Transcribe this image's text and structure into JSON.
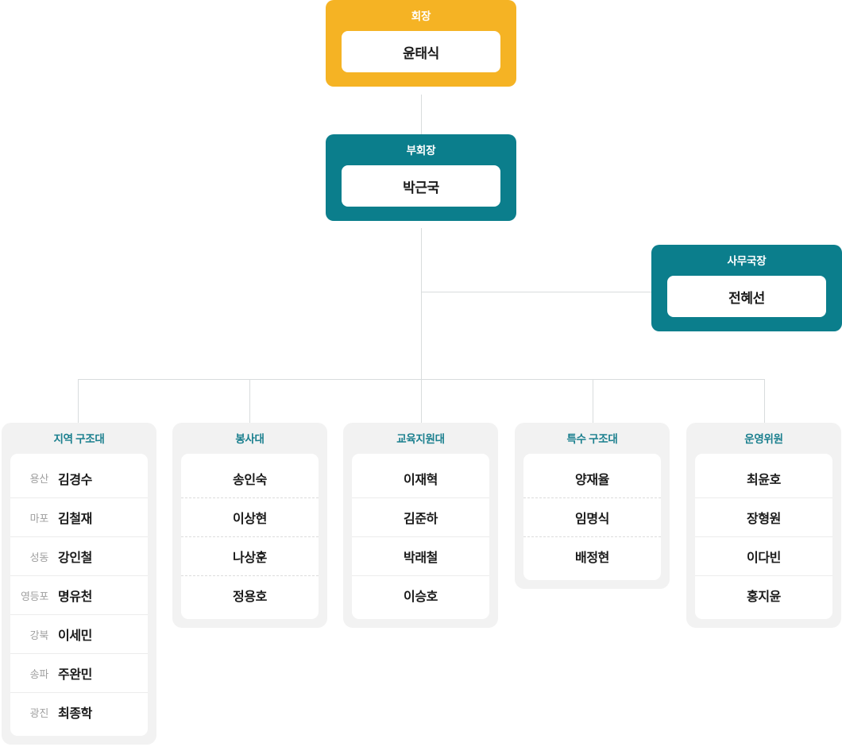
{
  "executives": [
    {
      "id": "chairman",
      "role": "회장",
      "name": "윤태식",
      "color": "#f5b324"
    },
    {
      "id": "vice-chairman",
      "role": "부회장",
      "name": "박근국",
      "color": "#0b7e8c"
    },
    {
      "id": "secretary-general",
      "role": "사무국장",
      "name": "전혜선",
      "color": "#0b7e8c"
    }
  ],
  "teams": [
    {
      "id": "regional-rescue",
      "title": "지역 구조대",
      "separator": "solid",
      "members": [
        {
          "region": "용산",
          "name": "김경수"
        },
        {
          "region": "마포",
          "name": "김철재"
        },
        {
          "region": "성동",
          "name": "강인철"
        },
        {
          "region": "영등포",
          "name": "명유천"
        },
        {
          "region": "강북",
          "name": "이세민"
        },
        {
          "region": "송파",
          "name": "주완민"
        },
        {
          "region": "광진",
          "name": "최종학"
        }
      ]
    },
    {
      "id": "volunteer-corps",
      "title": "봉사대",
      "separator": "dashed",
      "members": [
        {
          "region": "",
          "name": "송인숙"
        },
        {
          "region": "",
          "name": "이상현"
        },
        {
          "region": "",
          "name": "나상훈"
        },
        {
          "region": "",
          "name": "정용호"
        }
      ]
    },
    {
      "id": "education-support",
      "title": "교육지원대",
      "separator": "solid",
      "members": [
        {
          "region": "",
          "name": "이재혁"
        },
        {
          "region": "",
          "name": "김준하"
        },
        {
          "region": "",
          "name": "박래철"
        },
        {
          "region": "",
          "name": "이승호"
        }
      ]
    },
    {
      "id": "special-rescue",
      "title": "특수 구조대",
      "separator": "dashed",
      "members": [
        {
          "region": "",
          "name": "양재율"
        },
        {
          "region": "",
          "name": "임명식"
        },
        {
          "region": "",
          "name": "배정현"
        }
      ]
    },
    {
      "id": "steering-committee",
      "title": "운영위원",
      "separator": "solid",
      "members": [
        {
          "region": "",
          "name": "최윤호"
        },
        {
          "region": "",
          "name": "장형원"
        },
        {
          "region": "",
          "name": "이다빈"
        },
        {
          "region": "",
          "name": "홍지윤"
        }
      ]
    }
  ],
  "colors": {
    "accent_orange": "#f5b324",
    "accent_teal": "#0b7e8c",
    "title_teal": "#1a7f8e",
    "card_background": "#f2f2f2",
    "connector": "#d8dcdd",
    "region_label": "#a0a0a0",
    "name_text": "#1a1a1a"
  }
}
